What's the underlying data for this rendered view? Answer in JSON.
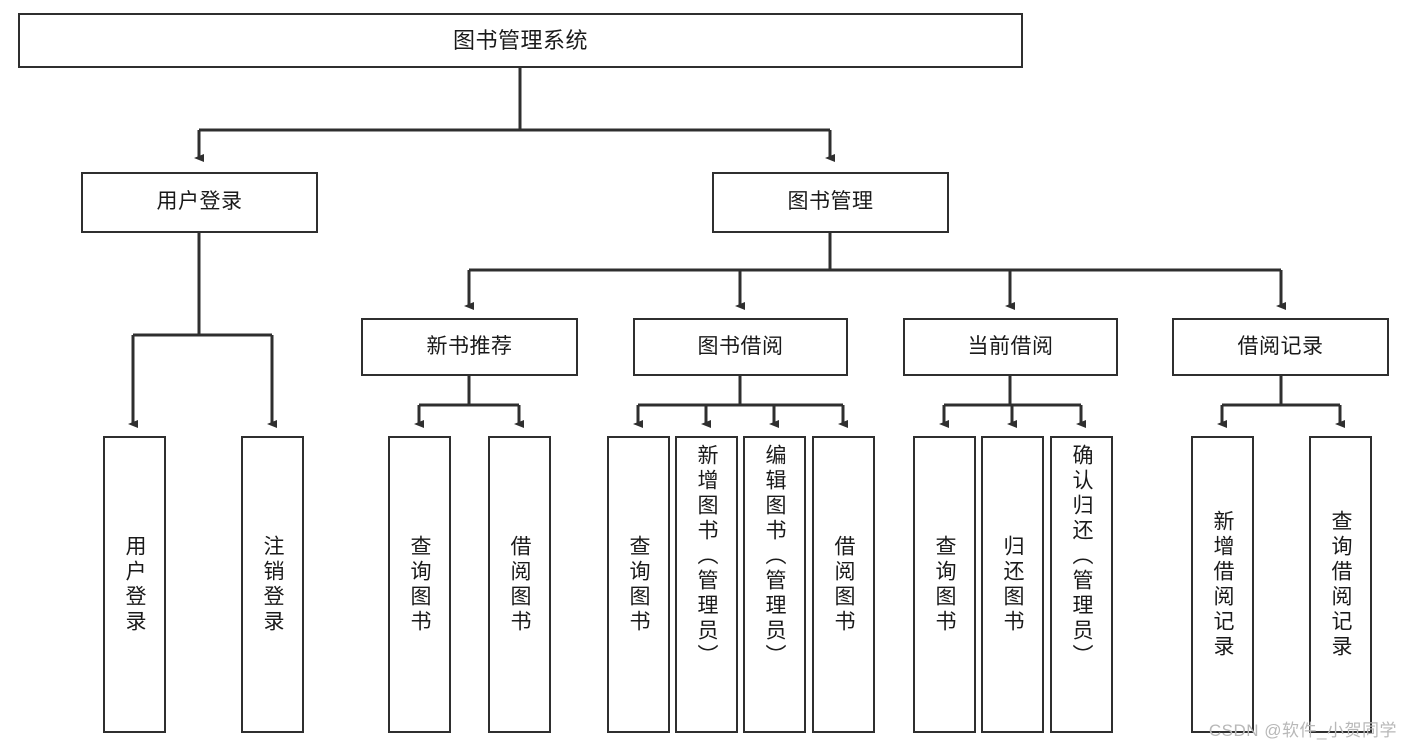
{
  "diagram": {
    "title": "图书管理系统",
    "watermark": "CSDN @软件_小贺同学",
    "nodes": {
      "root": {
        "label": "图书管理系统"
      },
      "level1": [
        {
          "label": "用户登录"
        },
        {
          "label": "图书管理"
        }
      ],
      "level2": [
        {
          "label": "新书推荐"
        },
        {
          "label": "图书借阅"
        },
        {
          "label": "当前借阅"
        },
        {
          "label": "借阅记录"
        }
      ],
      "leaves_user_login": [
        {
          "label": "用户登录"
        },
        {
          "label": "注销登录"
        }
      ],
      "leaves_new_book": [
        {
          "label": "查询图书"
        },
        {
          "label": "借阅图书"
        }
      ],
      "leaves_borrow": [
        {
          "label": "查询图书"
        },
        {
          "label": "新增图书（管理员）"
        },
        {
          "label": "编辑图书（管理员）"
        },
        {
          "label": "借阅图书"
        }
      ],
      "leaves_current": [
        {
          "label": "查询图书"
        },
        {
          "label": "归还图书"
        },
        {
          "label": "确认归还（管理员）"
        }
      ],
      "leaves_records": [
        {
          "label": "新增借阅记录"
        },
        {
          "label": "查询借阅记录"
        }
      ]
    },
    "colors": {
      "stroke": "#2f2f2f",
      "fill": "#ffffff",
      "text": "#1a1a1a",
      "watermark": "#b8b8b8"
    }
  }
}
